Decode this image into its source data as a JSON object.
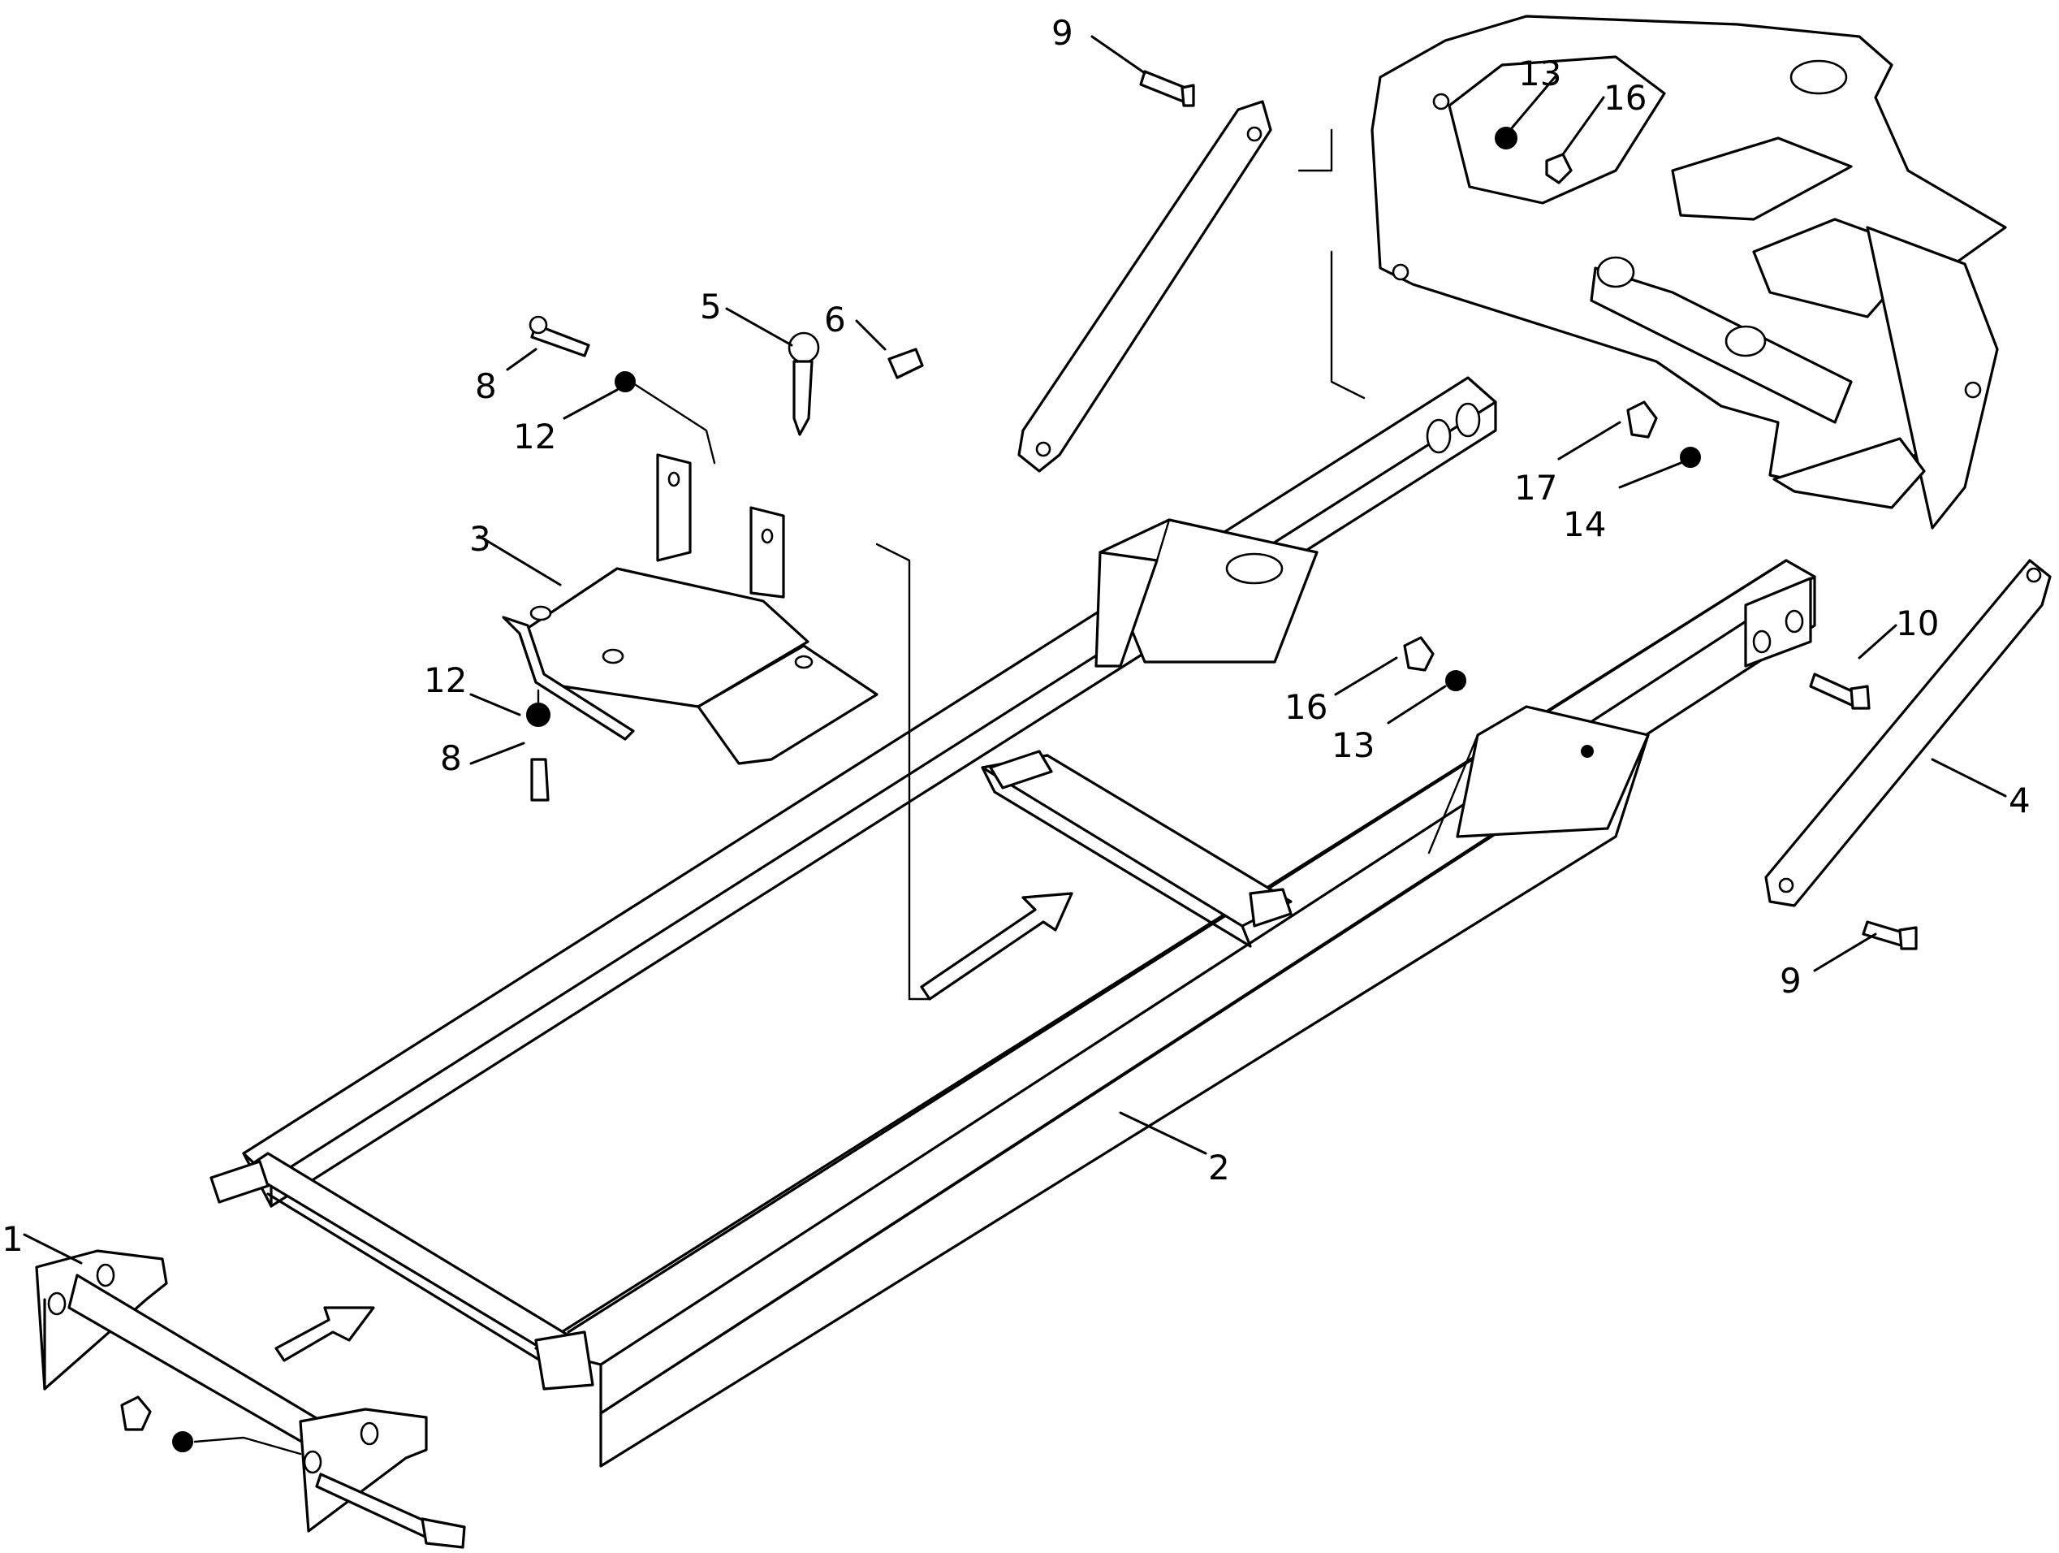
{
  "diagram": {
    "callouts": [
      {
        "id": "c1",
        "label": "1"
      },
      {
        "id": "c2",
        "label": "2"
      },
      {
        "id": "c3",
        "label": "3"
      },
      {
        "id": "c4",
        "label": "4"
      },
      {
        "id": "c5",
        "label": "5"
      },
      {
        "id": "c6",
        "label": "6"
      },
      {
        "id": "c8a",
        "label": "8"
      },
      {
        "id": "c8b",
        "label": "8"
      },
      {
        "id": "c9a",
        "label": "9"
      },
      {
        "id": "c9b",
        "label": "9"
      },
      {
        "id": "c10",
        "label": "10"
      },
      {
        "id": "c12a",
        "label": "12"
      },
      {
        "id": "c12b",
        "label": "12"
      },
      {
        "id": "c13a",
        "label": "13"
      },
      {
        "id": "c13b",
        "label": "13"
      },
      {
        "id": "c14",
        "label": "14"
      },
      {
        "id": "c16a",
        "label": "16"
      },
      {
        "id": "c16b",
        "label": "16"
      },
      {
        "id": "c17",
        "label": "17"
      }
    ],
    "colors": {
      "ink": "#000000",
      "paper": "#ffffff"
    }
  }
}
